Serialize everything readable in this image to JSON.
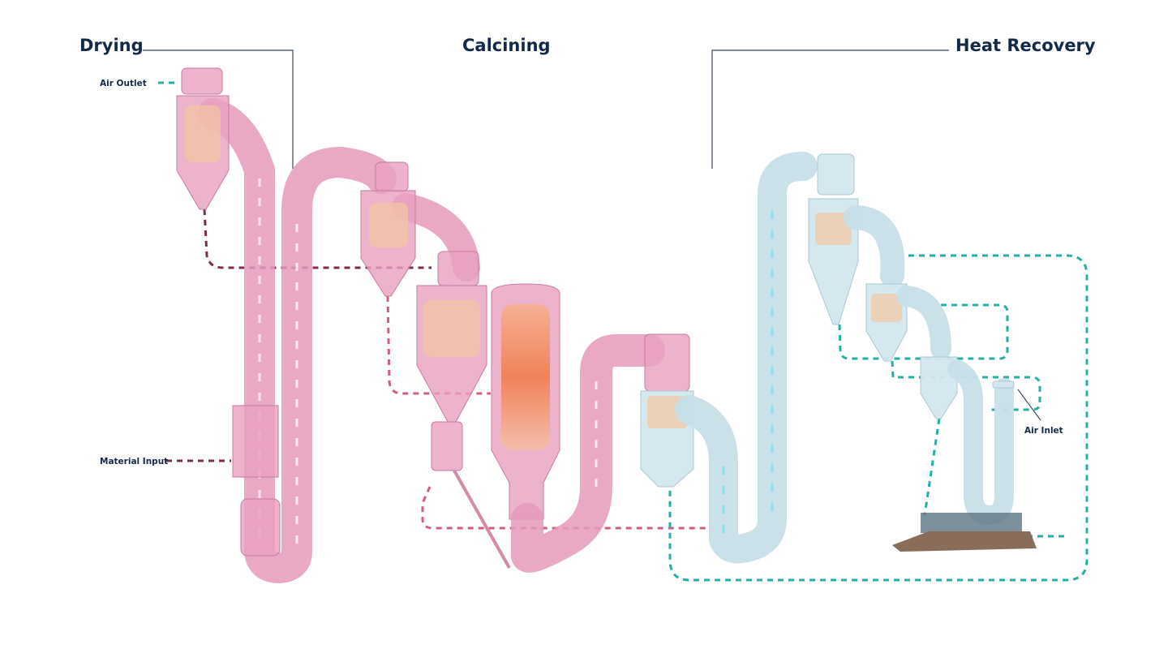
{
  "sections": {
    "drying": "Drying",
    "calcining": "Calcining",
    "heat_recovery": "Heat Recovery"
  },
  "labels": {
    "air_outlet": "Air Outlet",
    "material_input": "Material Input",
    "air_inlet": "Air Inlet"
  },
  "colors": {
    "title": "#13294b",
    "drying_flow": "#7a2d4f",
    "calcining_flow": "#d45d7e",
    "heat_recovery_flow": "#23b0a6",
    "hot_equipment": "#e59abb",
    "cool_equipment": "#c7dfe8"
  }
}
